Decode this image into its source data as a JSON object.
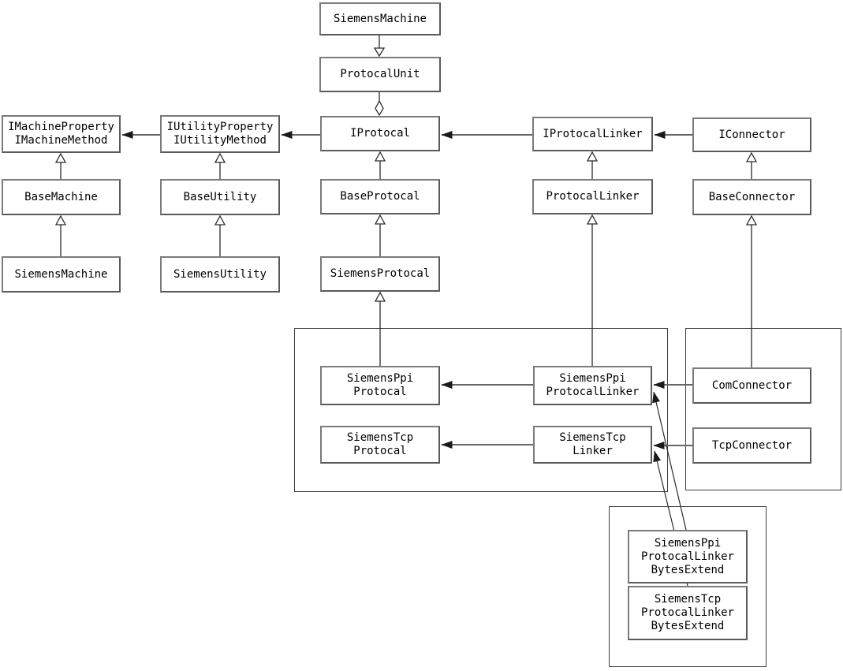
{
  "diagram": {
    "type": "uml-class-diagram",
    "colors": {
      "background": "#ffffff",
      "box_border": "#7b7b7b",
      "group_border": "#3d3d3d",
      "line": "#666666",
      "inheritance_line": "#2b2b2b",
      "text": "#000000"
    },
    "nodes": {
      "machineTop": {
        "label": "SiemensMachine"
      },
      "protocalUnit": {
        "label": "ProtocalUnit"
      },
      "iMachine": {
        "label": "IMachineProperty\nIMachineMethod"
      },
      "iUtility": {
        "label": "IUtilityProperty\nIUtilityMethod"
      },
      "iProtocal": {
        "label": "IProtocal"
      },
      "iProtocalLinker": {
        "label": "IProtocalLinker"
      },
      "iConnector": {
        "label": "IConnector"
      },
      "baseMachine": {
        "label": "BaseMachine"
      },
      "baseUtility": {
        "label": "BaseUtility"
      },
      "baseProtocal": {
        "label": "BaseProtocal"
      },
      "protocalLinker": {
        "label": "ProtocalLinker"
      },
      "baseConnector": {
        "label": "BaseConnector"
      },
      "siemensMachine": {
        "label": "SiemensMachine"
      },
      "siemensUtility": {
        "label": "SiemensUtility"
      },
      "siemensProtocal": {
        "label": "SiemensProtocal"
      },
      "siemensPpiProtocal": {
        "label": "SiemensPpi\nProtocal"
      },
      "siemensTcpProtocal": {
        "label": "SiemensTcp\nProtocal"
      },
      "siemensPpiProtocalLinker": {
        "label": "SiemensPpi\nProtocalLinker"
      },
      "siemensTcpLinker": {
        "label": "SiemensTcp\nLinker"
      },
      "comConnector": {
        "label": "ComConnector"
      },
      "tcpConnector": {
        "label": "TcpConnector"
      },
      "ppiBytesExtend": {
        "label": "SiemensPpi\nProtocalLinker\nBytesExtend"
      },
      "tcpBytesExtend": {
        "label": "SiemensTcp\nProtocalLinker\nBytesExtend"
      }
    },
    "edges": [
      {
        "from": "machineTop",
        "to": "protocalUnit",
        "type": "generalization"
      },
      {
        "from": "protocalUnit",
        "to": "iProtocal",
        "type": "aggregation"
      },
      {
        "from": "iProtocal",
        "to": "iUtility",
        "type": "association"
      },
      {
        "from": "iUtility",
        "to": "iMachine",
        "type": "association"
      },
      {
        "from": "iProtocalLinker",
        "to": "iProtocal",
        "type": "association"
      },
      {
        "from": "iConnector",
        "to": "iProtocalLinker",
        "type": "association"
      },
      {
        "from": "baseMachine",
        "to": "iMachine",
        "type": "generalization"
      },
      {
        "from": "siemensMachine",
        "to": "baseMachine",
        "type": "generalization"
      },
      {
        "from": "baseUtility",
        "to": "iUtility",
        "type": "generalization"
      },
      {
        "from": "siemensUtility",
        "to": "baseUtility",
        "type": "generalization"
      },
      {
        "from": "baseProtocal",
        "to": "iProtocal",
        "type": "generalization"
      },
      {
        "from": "siemensProtocal",
        "to": "baseProtocal",
        "type": "generalization"
      },
      {
        "from": "siemensPpiProtocal",
        "to": "siemensProtocal",
        "type": "generalization"
      },
      {
        "from": "protocalLinker",
        "to": "iProtocalLinker",
        "type": "generalization"
      },
      {
        "from": "siemensPpiProtocalLinker",
        "to": "protocalLinker",
        "type": "generalization"
      },
      {
        "from": "baseConnector",
        "to": "iConnector",
        "type": "generalization"
      },
      {
        "from": "comConnector",
        "to": "baseConnector",
        "type": "generalization"
      },
      {
        "from": "siemensPpiProtocalLinker",
        "to": "siemensPpiProtocal",
        "type": "association"
      },
      {
        "from": "siemensTcpLinker",
        "to": "siemensTcpProtocal",
        "type": "association"
      },
      {
        "from": "comConnector",
        "to": "siemensPpiProtocalLinker",
        "type": "association"
      },
      {
        "from": "tcpConnector",
        "to": "siemensTcpLinker",
        "type": "association"
      },
      {
        "from": "ppiBytesExtend",
        "to": "siemensPpiProtocalLinker",
        "type": "association"
      },
      {
        "from": "tcpBytesExtend",
        "to": "siemensTcpLinker",
        "type": "association"
      }
    ]
  }
}
